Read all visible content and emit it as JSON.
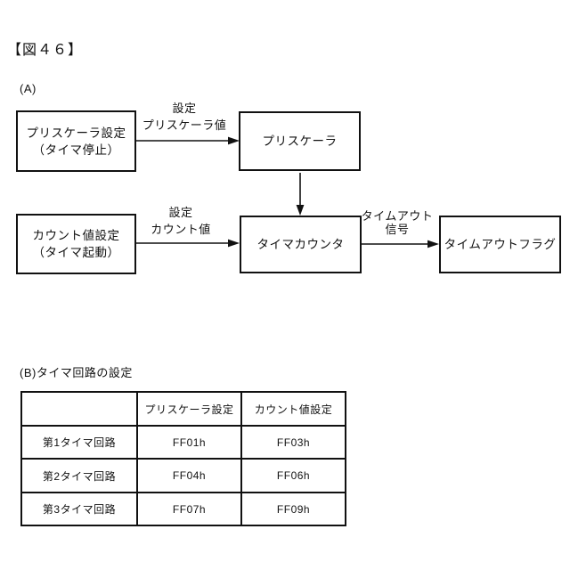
{
  "figure": {
    "title": "【図４６】",
    "section_a": "(A)",
    "section_b": "(B)タイマ回路の設定"
  },
  "diagram": {
    "prescaler_setting": {
      "line1": "プリスケーラ設定",
      "line2": "（タイマ停止）"
    },
    "prescaler": "プリスケーラ",
    "count_setting": {
      "line1": "カウント値設定",
      "line2": "（タイマ起動）"
    },
    "timer_counter": "タイマカウンタ",
    "timeout_flag": "タイムアウトフラグ",
    "labels": {
      "set_prescaler": {
        "line1": "設定",
        "line2": "プリスケーラ値"
      },
      "set_count": {
        "line1": "設定",
        "line2": "カウント値"
      },
      "timeout_signal": {
        "line1": "タイムアウト",
        "line2": "信号"
      }
    }
  },
  "table": {
    "headers": [
      "",
      "プリスケーラ設定",
      "カウント値設定"
    ],
    "rows": [
      {
        "name": "第1タイマ回路",
        "prescaler": "FF01h",
        "count": "FF03h"
      },
      {
        "name": "第2タイマ回路",
        "prescaler": "FF04h",
        "count": "FF06h"
      },
      {
        "name": "第3タイマ回路",
        "prescaler": "FF07h",
        "count": "FF09h"
      }
    ]
  },
  "colors": {
    "ink": "#111111",
    "background": "#ffffff"
  }
}
